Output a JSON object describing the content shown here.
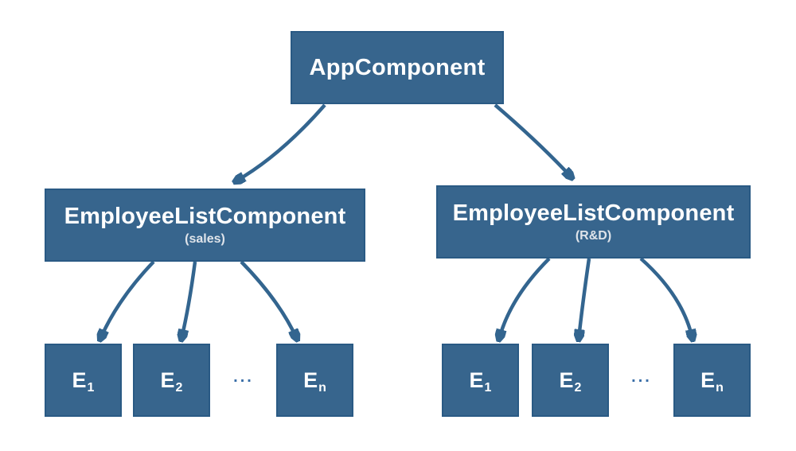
{
  "diagram": {
    "type": "component-tree",
    "background": "#ffffff",
    "colors": {
      "box_fill": "#37658d",
      "box_border": "#2a5a84",
      "arrow": "#33658f",
      "label_text": "#ffffff",
      "sublabel_text": "#dfe4ea",
      "ellipsis_dots": "#3a6ea8"
    },
    "root": {
      "label": "AppComponent"
    },
    "groups": [
      {
        "id": "sales",
        "label": "EmployeeListComponent",
        "sublabel": "(sales)",
        "ellipsis": "...",
        "children": [
          {
            "base": "E",
            "sub": "1"
          },
          {
            "base": "E",
            "sub": "2"
          },
          {
            "base": "E",
            "sub": "n"
          }
        ]
      },
      {
        "id": "rd",
        "label": "EmployeeListComponent",
        "sublabel": "(R&D)",
        "ellipsis": "...",
        "children": [
          {
            "base": "E",
            "sub": "1"
          },
          {
            "base": "E",
            "sub": "2"
          },
          {
            "base": "E",
            "sub": "n"
          }
        ]
      }
    ]
  }
}
